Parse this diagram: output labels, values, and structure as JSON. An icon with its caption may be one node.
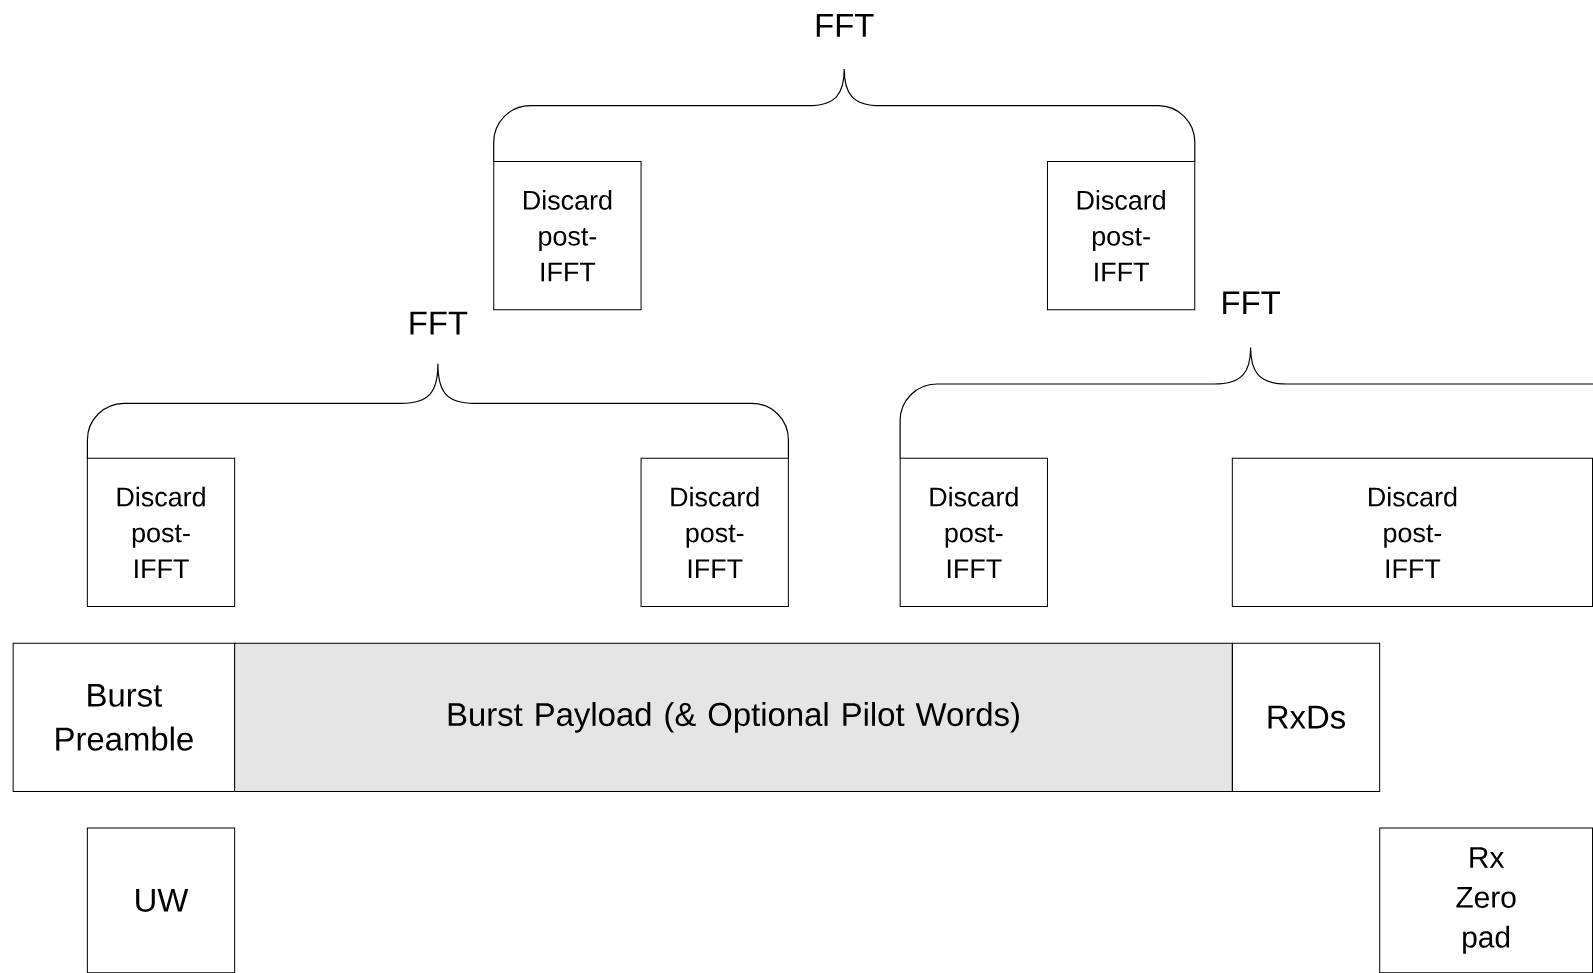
{
  "diagram": {
    "nodes": [
      {
        "text": [
          "Discard post-IFFT"
        ]
      },
      {
        "text": [
          "Discard post-IFFT"
        ]
      },
      {
        "text": [
          "Discard post-IFFT"
        ]
      },
      {
        "text": [
          "Discard post-IFFT"
        ]
      },
      {
        "text": [
          "Discard post-IFFT"
        ]
      },
      {
        "text": [
          "Discard post-IFFT"
        ]
      },
      {
        "text": [
          "Burst Preamble"
        ]
      },
      {
        "text": [
          "Burst Payload (& Optional Pilot Words)"
        ]
      },
      {
        "text": [
          "RxDs"
        ]
      },
      {
        "text": [
          "UW"
        ]
      },
      {
        "text": [
          "Rx Zero pad"
        ]
      }
    ],
    "labels": [
      "FFT",
      "FFT",
      "FFT"
    ]
  }
}
